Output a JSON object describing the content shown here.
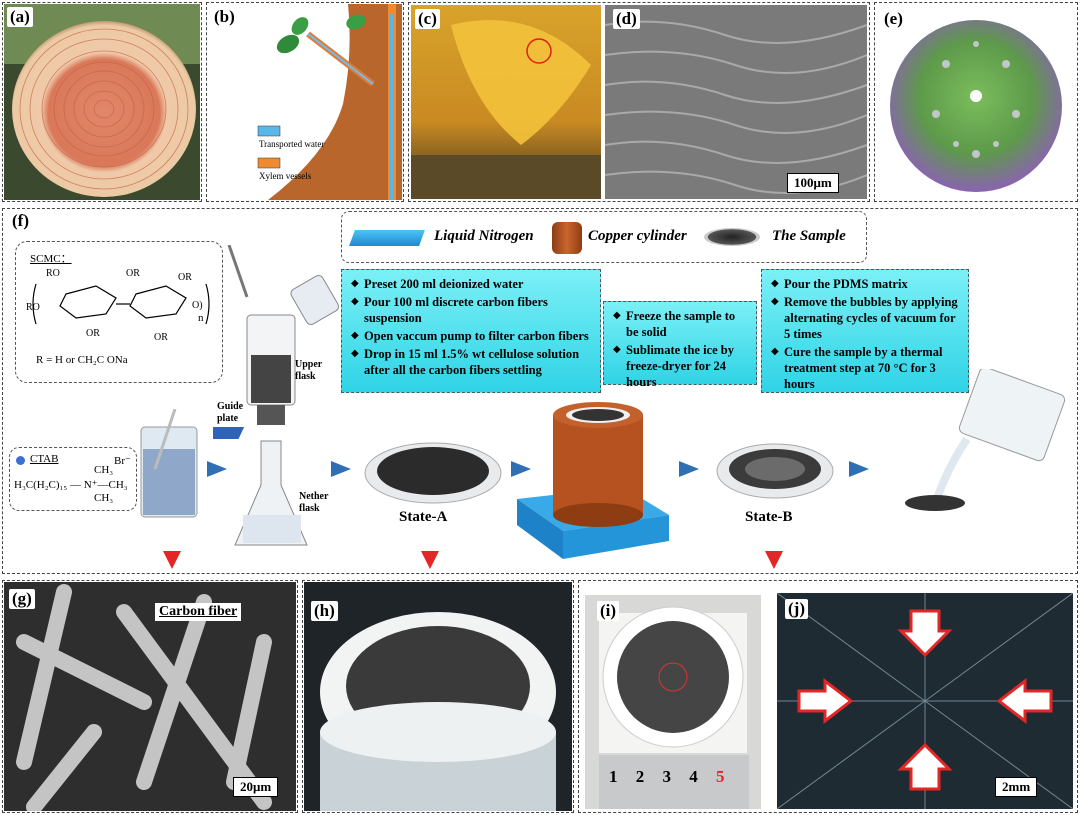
{
  "panels": {
    "a": "(a)",
    "b": "(b)",
    "c": "(c)",
    "d": "(d)",
    "e": "(e)",
    "f": "(f)",
    "g": "(g)",
    "h": "(h)",
    "i": "(i)",
    "j": "(j)"
  },
  "legend_b": {
    "water": "Transported water",
    "xylem": "Xylem vessels"
  },
  "scale_bars": {
    "d": "100μm",
    "g": "20μm",
    "j": "2mm"
  },
  "carbon_fiber_label": "Carbon fiber",
  "top_legend": {
    "nitrogen": "Liquid Nitrogen",
    "copper": "Copper cylinder",
    "sample": "The Sample"
  },
  "scmc": {
    "title": "SCMC：",
    "r_def": "R = H    or   CH₂C   ONa",
    "n": "n"
  },
  "ctab": {
    "name": "CTAB",
    "br": "Br⁻",
    "formula": "H₃C(H₂C)₁₅ — N⁺—CH₃",
    "ch3": "CH₃"
  },
  "apparatus": {
    "upper": "Upper flask",
    "guide": "Guide plate",
    "nether": "Nether flask"
  },
  "states": {
    "a": "State-A",
    "b": "State-B"
  },
  "steps": {
    "card1": [
      "Preset 200 ml deionized water",
      "Pour 100 ml discrete carbon fibers suspension",
      "Open vaccum pump to filter carbon fibers",
      "Drop in 15 ml 1.5% wt cellulose solution after all the carbon fibers settling"
    ],
    "card2": [
      "Freeze the sample to be solid",
      "Sublimate the ice by freeze-dryer for 24 hours"
    ],
    "card3": [
      "Pour the PDMS matrix",
      "Remove the bubbles by applying alternating cycles of vacuum for 5 times",
      "Cure the sample by a thermal treatment step at 70 °C for 3 hours"
    ]
  },
  "ruler": [
    "1",
    "2",
    "3",
    "4",
    "5"
  ],
  "colors": {
    "arrow_blue": "#2f6fb3",
    "arrow_red": "#e32626",
    "card": "#40dcec",
    "copper": "#b5521f",
    "base": "#2aa4e6"
  }
}
